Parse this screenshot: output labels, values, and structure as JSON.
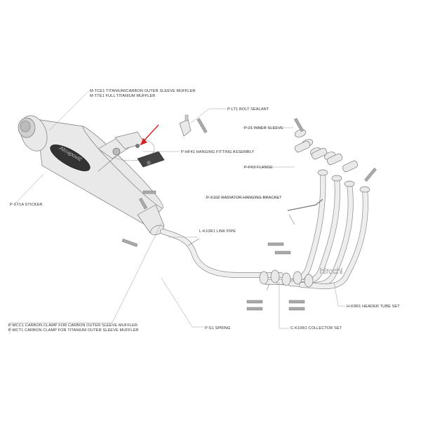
{
  "labels": {
    "muffler_titanium_carbon": "M-TCE1  TITANIUM/CARBON OUTER SLEEVE MUFFLER",
    "muffler_full_titanium": "M-TTE1  FULL TITANIUM MUFFLER",
    "bolt_sealant": "P-LT1  BOLT SEALANT",
    "inner_sleeve": "P-21  INNER SLEEVE",
    "hanging_fitting": "P-HF41  HANGING FITTING ASSEMBLY",
    "flange": "P-FK9  FLANGE",
    "radiator_bracket": "P-X10Z  RADIATOR HANGING BRACKET",
    "sticker": "P-ST1A  STICKER",
    "link_pipe": "L-K10R1  LINK PIPE",
    "header_tube": "H-K9R1  HEADER TUBE SET",
    "carbon_clamp_carbon": "P-MCC1  CARBON CLAMP FOR CARBON OUTER SLEEVE MUFFLER",
    "carbon_clamp_titanium": "P-MCT1  CARBON CLAMP FOR TITANIUM OUTER SLEEVE MUFFLER",
    "spring": "P-S1  SPRING",
    "collector": "C-K10R1  COLLECTOR SET"
  },
  "brand_text": "Akrapovič",
  "watermark": "hirochi",
  "colors": {
    "arrow": "#d42020",
    "line": "#7a7a7a",
    "text": "#333333"
  }
}
